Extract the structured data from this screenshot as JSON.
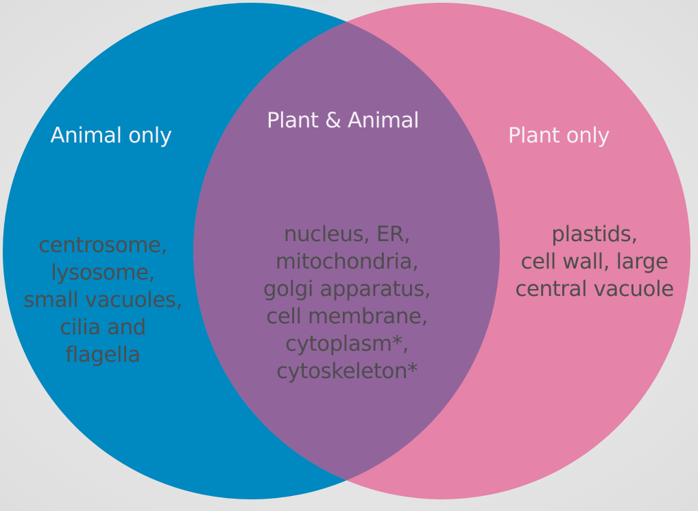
{
  "diagram": {
    "type": "venn",
    "colors": {
      "background": "#e6e6e6",
      "animal_circle": "#0088c0",
      "plant_circle": "#e583a8",
      "overlap": "#92649c",
      "heading_text": "#f4f0f4",
      "body_text": "#4d4d4d"
    },
    "sets": [
      {
        "id": "animal",
        "heading": "Animal only",
        "items": [
          "centrosome,",
          "lysosome,",
          "small vacuoles,",
          "cilia and",
          "flagella"
        ]
      },
      {
        "id": "both",
        "heading": "Plant & Animal",
        "items": [
          "nucleus, ER,",
          "mitochondria,",
          "golgi apparatus,",
          "cell membrane,",
          "cytoplasm*,",
          "cytoskeleton*"
        ]
      },
      {
        "id": "plant",
        "heading": "Plant only",
        "items": [
          "plastids,",
          "cell wall, large",
          "central vacuole"
        ]
      }
    ]
  }
}
